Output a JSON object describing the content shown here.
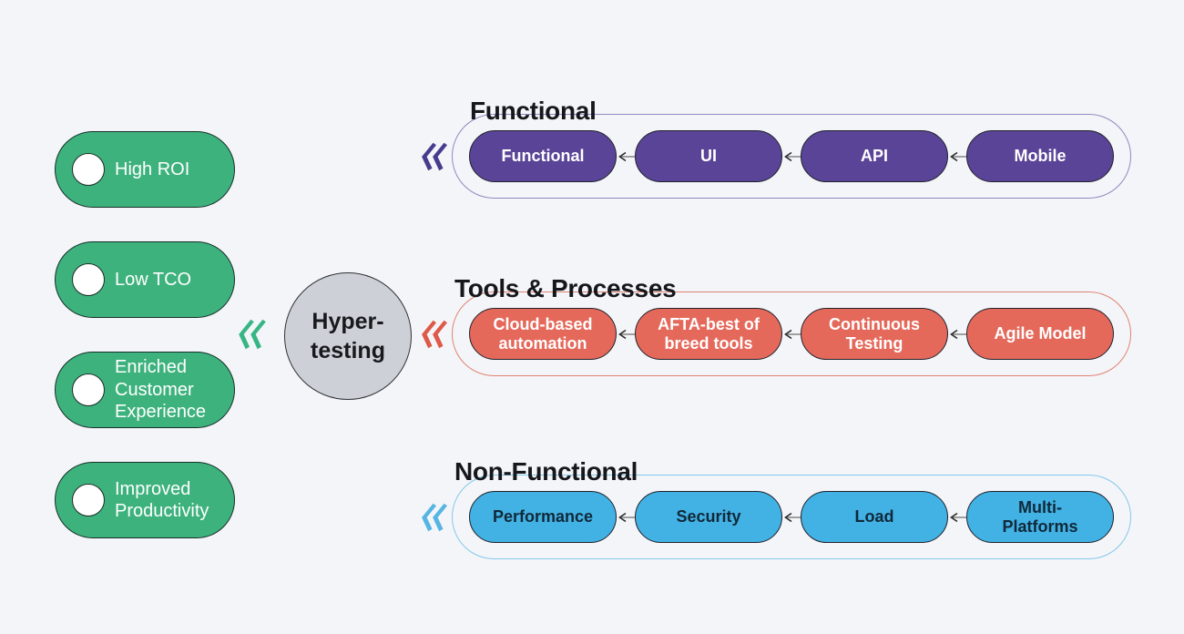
{
  "canvas": {
    "background": "#f4f5f8"
  },
  "benefits": {
    "pill_color": "#3db27d",
    "text_color": "#ffffff",
    "items": [
      {
        "label": "High ROI"
      },
      {
        "label": "Low TCO"
      },
      {
        "label": "Enriched Customer Experience"
      },
      {
        "label": "Improved Productivity"
      }
    ]
  },
  "connector": {
    "icon": "double-chevron-left",
    "chevron_color": "#36b685"
  },
  "hub": {
    "line1": "Hyper-",
    "line2": "testing",
    "fill": "#cdd1d7",
    "text_color": "#17191d"
  },
  "groups": [
    {
      "title": "Functional",
      "pill_color": "#5a4497",
      "pill_text_color": "#ffffff",
      "container_border": "#9088c0",
      "chevron_color": "#473b8f",
      "items": [
        {
          "label": "Functional"
        },
        {
          "label": "UI"
        },
        {
          "label": "API"
        },
        {
          "label": "Mobile"
        }
      ]
    },
    {
      "title": "Tools & Processes",
      "pill_color": "#e5695b",
      "pill_text_color": "#ffffff",
      "container_border": "#df8373",
      "chevron_color": "#df5948",
      "items": [
        {
          "label": "Cloud-based automation"
        },
        {
          "label": "AFTA-best of breed tools"
        },
        {
          "label": "Continuous Testing"
        },
        {
          "label": "Agile Model"
        }
      ]
    },
    {
      "title": "Non-Functional",
      "pill_color": "#42b1e3",
      "pill_text_color": "#10293a",
      "container_border": "#83c8ea",
      "chevron_color": "#55b5e3",
      "items": [
        {
          "label": "Performance"
        },
        {
          "label": "Security"
        },
        {
          "label": "Load"
        },
        {
          "label": "Multi-Platforms"
        }
      ]
    }
  ]
}
